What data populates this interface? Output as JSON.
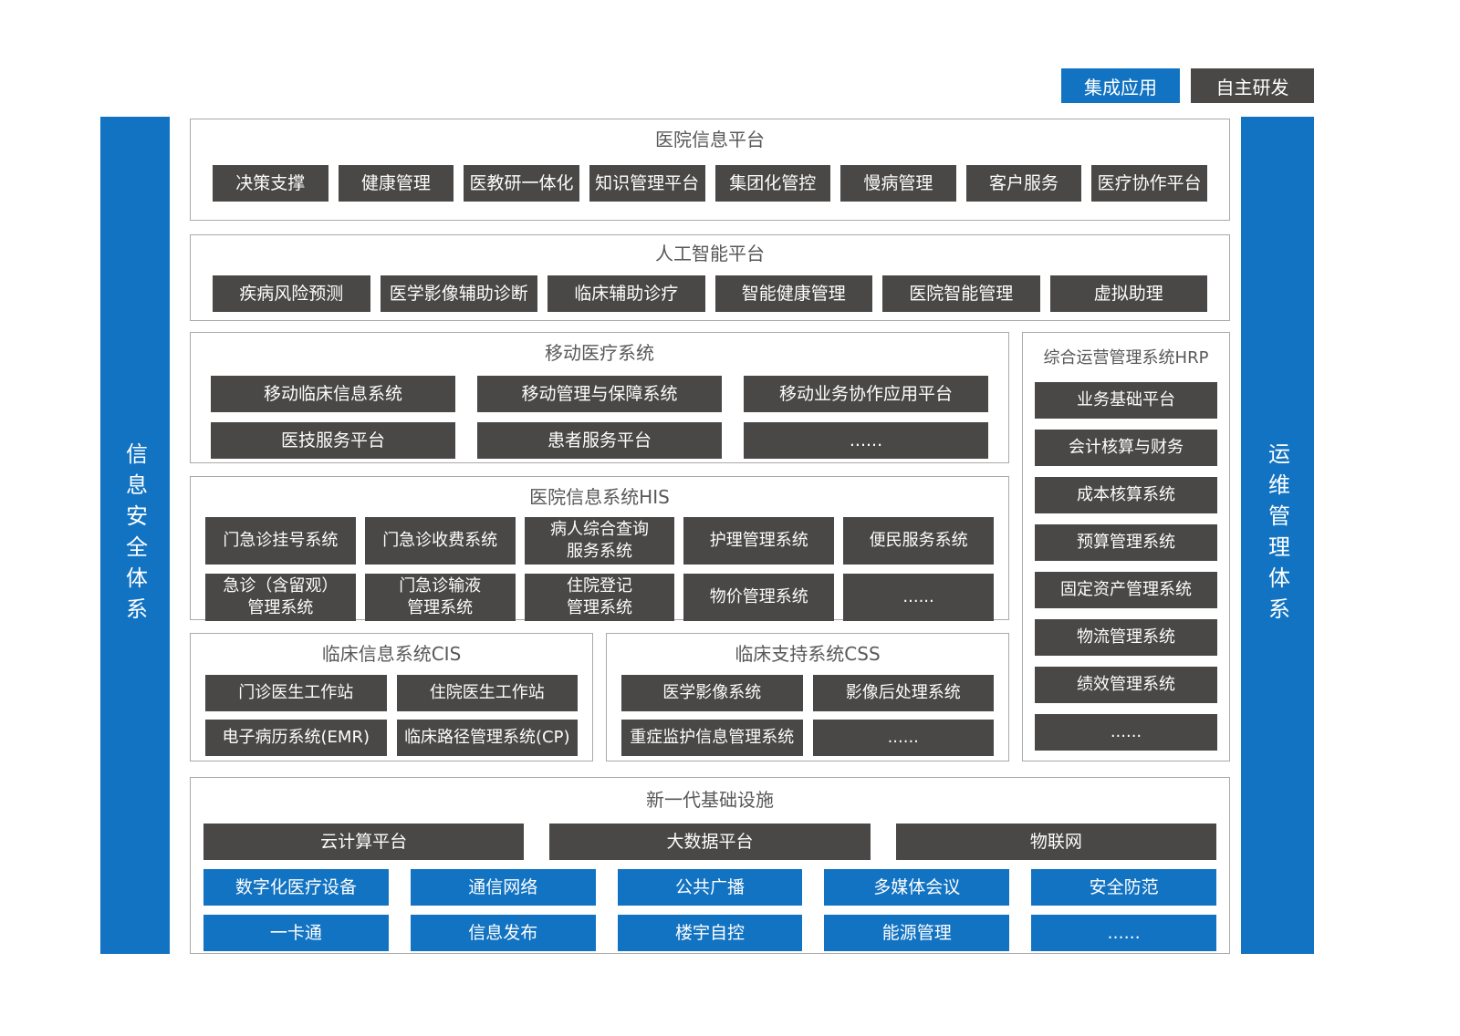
{
  "legend": {
    "integrated_label": "集成应用",
    "self_developed_label": "自主研发"
  },
  "colors": {
    "blue": "#1273c2",
    "dark": "#4a4846"
  },
  "left_bar": {
    "label": "信息安全体系"
  },
  "right_bar": {
    "label": "运维管理体系"
  },
  "hospital_info_platform": {
    "title": "医院信息平台",
    "items": [
      "决策支撑",
      "健康管理",
      "医教研一体化",
      "知识管理平台",
      "集团化管控",
      "慢病管理",
      "客户服务",
      "医疗协作平台"
    ]
  },
  "ai_platform": {
    "title": "人工智能平台",
    "items": [
      "疾病风险预测",
      "医学影像辅助诊断",
      "临床辅助诊疗",
      "智能健康管理",
      "医院智能管理",
      "虚拟助理"
    ]
  },
  "mobile_medical": {
    "title": "移动医疗系统",
    "row1": [
      "移动临床信息系统",
      "移动管理与保障系统",
      "移动业务协作应用平台"
    ],
    "row2": [
      "医技服务平台",
      "患者服务平台",
      "......"
    ]
  },
  "hrp": {
    "title": "综合运营管理系统HRP",
    "items": [
      "业务基础平台",
      "会计核算与财务",
      "成本核算系统",
      "预算管理系统",
      "固定资产管理系统",
      "物流管理系统",
      "绩效管理系统",
      "......"
    ]
  },
  "his": {
    "title": "医院信息系统HIS",
    "row1": [
      "门急诊挂号系统",
      "门急诊收费系统",
      "病人综合查询\n服务系统",
      "护理管理系统",
      "便民服务系统"
    ],
    "row2": [
      "急诊（含留观）\n管理系统",
      "门急诊输液\n管理系统",
      "住院登记\n管理系统",
      "物价管理系统",
      "......"
    ]
  },
  "cis": {
    "title": "临床信息系统CIS",
    "row1": [
      "门诊医生工作站",
      "住院医生工作站"
    ],
    "row2": [
      "电子病历系统(EMR)",
      "临床路径管理系统(CP)"
    ]
  },
  "css_support": {
    "title": "临床支持系统CSS",
    "row1": [
      "医学影像系统",
      "影像后处理系统"
    ],
    "row2": [
      "重症监护信息管理系统",
      "......"
    ]
  },
  "infrastructure": {
    "title": "新一代基础设施",
    "dark_row": [
      "云计算平台",
      "大数据平台",
      "物联网"
    ],
    "blue_row1": [
      "数字化医疗设备",
      "通信网络",
      "公共广播",
      "多媒体会议",
      "安全防范"
    ],
    "blue_row2": [
      "一卡通",
      "信息发布",
      "楼宇自控",
      "能源管理",
      "......"
    ]
  }
}
